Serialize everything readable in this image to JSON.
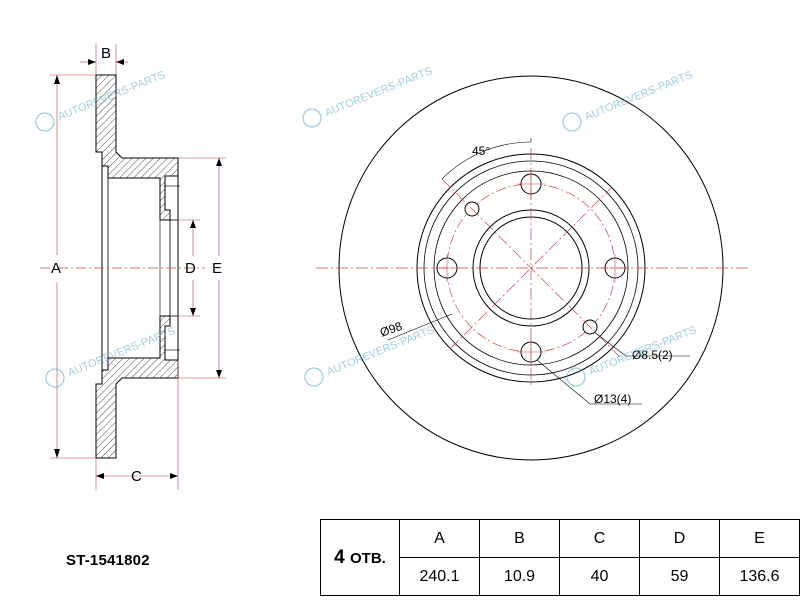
{
  "drawing": {
    "side_labels": {
      "a": "A",
      "b": "B",
      "c": "C",
      "d": "D",
      "e": "E"
    },
    "angle_label": "45°",
    "pcd_label": "Ø98",
    "small_hole_label": "Ø8.5(2)",
    "bolt_hole_label": "Ø13(4)"
  },
  "watermark": "AUTOREVERS-PARTS",
  "part_number": "ST-1541802",
  "table": {
    "holes_count": "4",
    "holes_unit": "ОТВ.",
    "headers": [
      "A",
      "B",
      "C",
      "D",
      "E"
    ],
    "values": [
      "240.1",
      "10.9",
      "40",
      "59",
      "136.6"
    ]
  },
  "colors": {
    "line": "#000000",
    "center_line": "#d04545",
    "hatch": "#000000",
    "watermark": "#58a6c8"
  }
}
